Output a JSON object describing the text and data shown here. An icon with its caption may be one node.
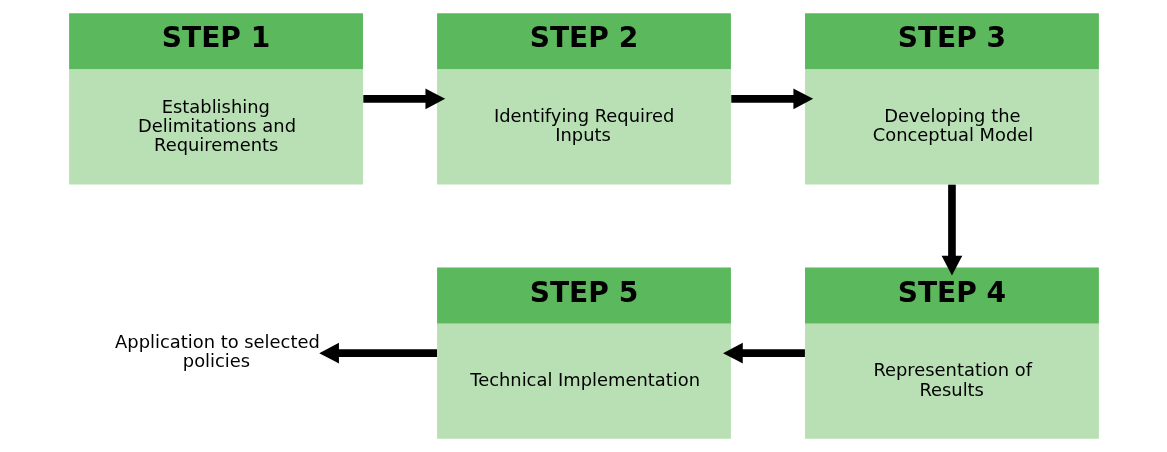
{
  "diagram": {
    "nodes": [
      {
        "text": [
          "STEP 1",
          "Establishing Delimitations and Requirements"
        ]
      },
      {
        "text": [
          "STEP 2",
          "Identifying Required Inputs"
        ]
      },
      {
        "text": [
          "STEP 3",
          "Developing the Conceptual Model"
        ]
      },
      {
        "text": [
          "STEP 4",
          "Representation of Results"
        ]
      },
      {
        "text": [
          "STEP 5",
          "Technical Implementation"
        ]
      },
      {
        "text": [
          "Application to selected policies"
        ]
      }
    ],
    "edges": [
      {
        "from": 0,
        "to": 1,
        "arrow": "to"
      },
      {
        "from": 1,
        "to": 2,
        "arrow": "to"
      },
      {
        "from": 2,
        "to": 3,
        "arrow": "to"
      },
      {
        "from": 3,
        "to": 4,
        "arrow": "to"
      },
      {
        "from": 4,
        "to": 5,
        "arrow": "to"
      }
    ]
  }
}
